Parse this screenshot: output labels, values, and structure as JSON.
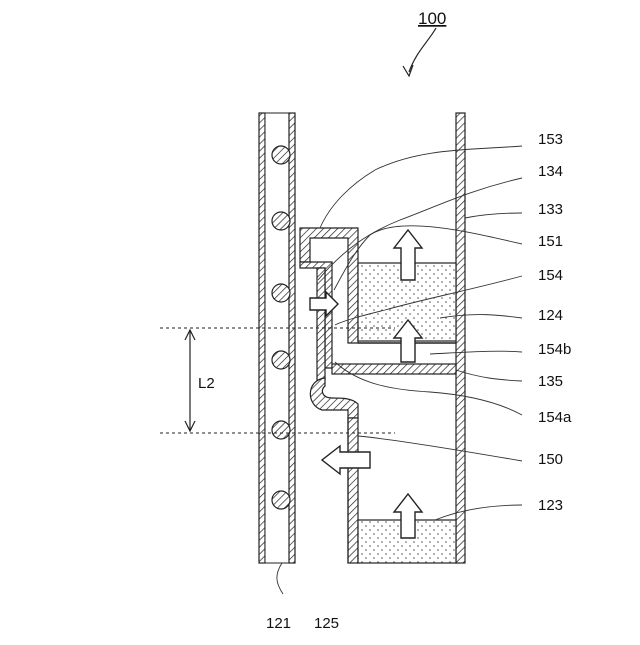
{
  "figure": {
    "title": "100",
    "dimension_label": "L2",
    "labels": {
      "l153": "153",
      "l134": "134",
      "l133": "133",
      "l151": "151",
      "l154": "154",
      "l124": "124",
      "l154b": "154b",
      "l135": "135",
      "l154a": "154a",
      "l150": "150",
      "l123": "123",
      "l121": "121",
      "l125": "125"
    }
  }
}
